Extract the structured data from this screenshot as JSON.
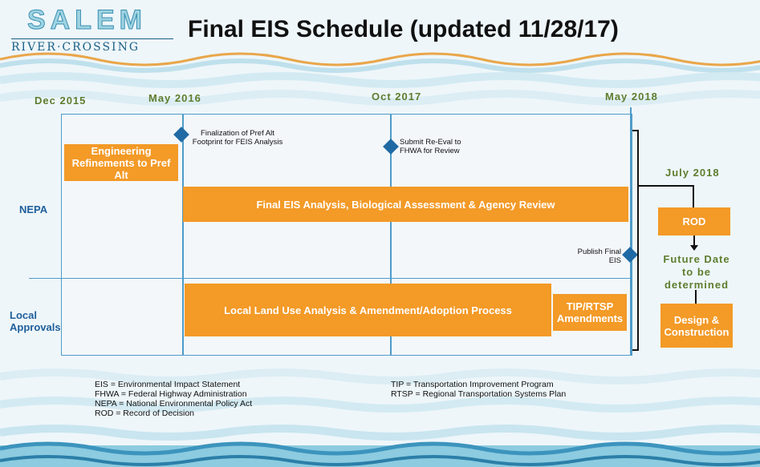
{
  "logo": {
    "main": "SALEM",
    "sub": "RIVER·CROSSING"
  },
  "title": "Final EIS Schedule (updated 11/28/17)",
  "dates": {
    "d1": "Dec 2015",
    "d2": "May 2016",
    "d3": "Oct 2017",
    "d4": "May 2018",
    "d5": "July 2018"
  },
  "rows": {
    "nepa": "NEPA",
    "local": "Local Approvals"
  },
  "milestones": {
    "m1": "Finalization of Pref Alt Footprint for FEIS Analysis",
    "m2": "Submit Re-Eval to FHWA for Review",
    "m3": "Publish Final EIS"
  },
  "bars": {
    "engineering": "Engineering Refinements to Pref Alt",
    "feis": "Final EIS Analysis, Biological Assessment  & Agency Review",
    "local": "Local Land Use Analysis & Amendment/Adoption Process",
    "tip": "TIP/RTSP Amendments",
    "rod": "ROD",
    "design": "Design & Construction"
  },
  "future": "Future Date to be determined",
  "legend": {
    "left": [
      "EIS = Environmental Impact Statement",
      "FHWA = Federal Highway Administration",
      "NEPA = National Environmental Policy Act",
      "ROD = Record of Decision"
    ],
    "right": [
      "TIP = Transportation Improvement Program",
      "RTSP = Regional Transportation Systems Plan"
    ]
  },
  "colors": {
    "bar": "#f39a27",
    "accent": "#1f6aa5",
    "date": "#5e7d2e",
    "row_label": "#1f5f9b"
  }
}
